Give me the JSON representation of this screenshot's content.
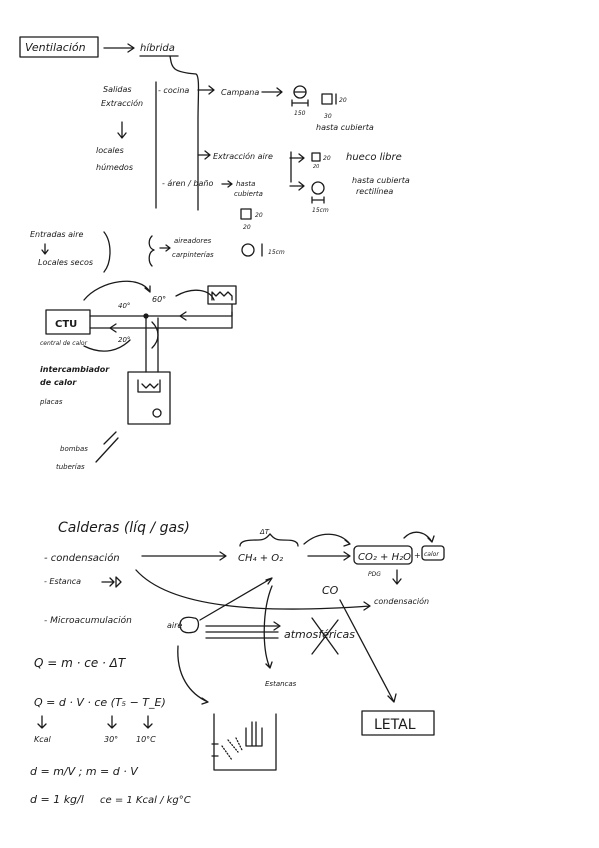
{
  "ventilacion": {
    "title": "Ventilación",
    "hibrida": "híbrida",
    "salidas": [
      "Salidas",
      "Extracción"
    ],
    "locales_humedos": [
      "locales",
      "húmedos"
    ],
    "cocina": "- cocina",
    "campana": "Campana",
    "dim_150": "150",
    "dim_20a": "20",
    "dim_30": "30",
    "hasta_cubierta": "hasta cubierta",
    "extraccion_aire": "Extracción aire",
    "dim_20b": "20",
    "hueco_libre": "hueco libre",
    "dim_20c": "20",
    "bano": "- áren / baño",
    "hasta_cub_short": [
      "hasta",
      "cubierta"
    ],
    "hasta_cub_rect": [
      "hasta cubierta",
      "rectilínea"
    ],
    "dim_15cm": "15cm",
    "dim_20d": "20",
    "dim_20e": "20",
    "entradas": [
      "Entradas aire",
      "Locales secos"
    ],
    "aireadores": [
      "aireadores",
      "carpinterías"
    ],
    "dim_15cm_b": "15cm"
  },
  "ctu_diagram": {
    "ctu": "CTU",
    "temp_40": "40°",
    "temp_60": "60°",
    "temp_20": "20°",
    "central": "central de calor",
    "intercambiador": [
      "intercambiador",
      "de calor"
    ],
    "placas": "placas",
    "bombas": "bombas",
    "tuberias": "tuberías"
  },
  "calderas": {
    "title": "Calderas (líq / gas)",
    "condensacion": "- condensación",
    "estanca": "- Estanca",
    "microacum": "- Microacumulación",
    "delta_t": "ΔT",
    "reactants": "CH₄ + O₂",
    "products": "CO₂ + H₂O",
    "calor": "calor",
    "pdg": "PDG",
    "condensacion_note": "condensación",
    "co": "CO",
    "aire": "aire",
    "atmosfericas": "atmosféricas",
    "estancas": "Estancas",
    "letal": "LETAL"
  },
  "formulas": {
    "q1": "Q = m · ce · ΔT",
    "q2": "Q = d · V · ce (T₅ − T_E)",
    "kcal": "Kcal",
    "t30": "30°",
    "t10": "10°C",
    "d1": "d = m/V ; m = d · V",
    "d2": "d = 1 kg/l",
    "ce": "ce = 1 Kcal / kg°C"
  }
}
